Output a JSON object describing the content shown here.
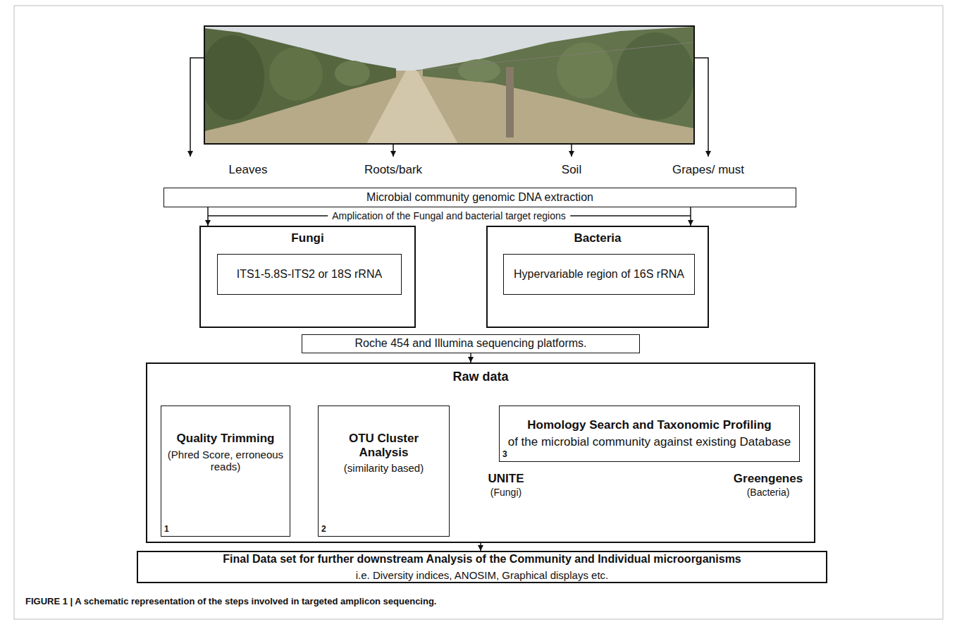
{
  "diagram": {
    "caption": "FIGURE 1 | A schematic representation of the steps involved in targeted amplicon sequencing.",
    "nodes": [
      {
        "text": [
          "Microbial community genomic DNA extraction"
        ]
      },
      {
        "text": [
          "Fungi"
        ]
      },
      {
        "text": [
          "ITS1-5.8S-ITS2 or 18S rRNA"
        ],
        "in": 1
      },
      {
        "text": [
          "Bacteria"
        ]
      },
      {
        "text": [
          "Hypervariable region of 16S rRNA"
        ],
        "in": 3
      },
      {
        "text": [
          "Roche 454 and Illumina sequencing platforms."
        ]
      },
      {
        "text": [
          "Raw data"
        ]
      },
      {
        "text": [
          "Quality Trimming",
          "(Phred Score, erroneous reads)",
          "1"
        ],
        "in": 6
      },
      {
        "text": [
          "OTU Cluster Analysis",
          "(similarity based)",
          "2"
        ],
        "in": 6
      },
      {
        "text": [
          "Homology Search and Taxonomic Profiling",
          "of the microbial community against existing Database",
          "3"
        ],
        "in": 6
      },
      {
        "text": [
          "Final Data set for further downstream Analysis of the Community and Individual microorganisms",
          "i.e. Diversity indices, ANOSIM, Graphical displays etc."
        ]
      }
    ],
    "edges": [
      {
        "from": 0,
        "to": 1,
        "arrow": "to"
      },
      {
        "from": 0,
        "to": 3,
        "arrow": "to"
      },
      {
        "from": 5,
        "to": 6,
        "arrow": "to"
      },
      {
        "from": 7,
        "to": 8,
        "arrow": "to"
      },
      {
        "from": 8,
        "to": 9,
        "arrow": "to"
      },
      {
        "from": 6,
        "to": 10,
        "arrow": "to"
      }
    ],
    "labels": [
      "Leaves",
      "Roots/bark",
      "Soil",
      "Grapes/ must",
      "Amplication of the Fungal and bacterial target regions",
      "UNITE",
      "(Fungi)",
      "Greengenes",
      "(Bacteria)"
    ]
  }
}
